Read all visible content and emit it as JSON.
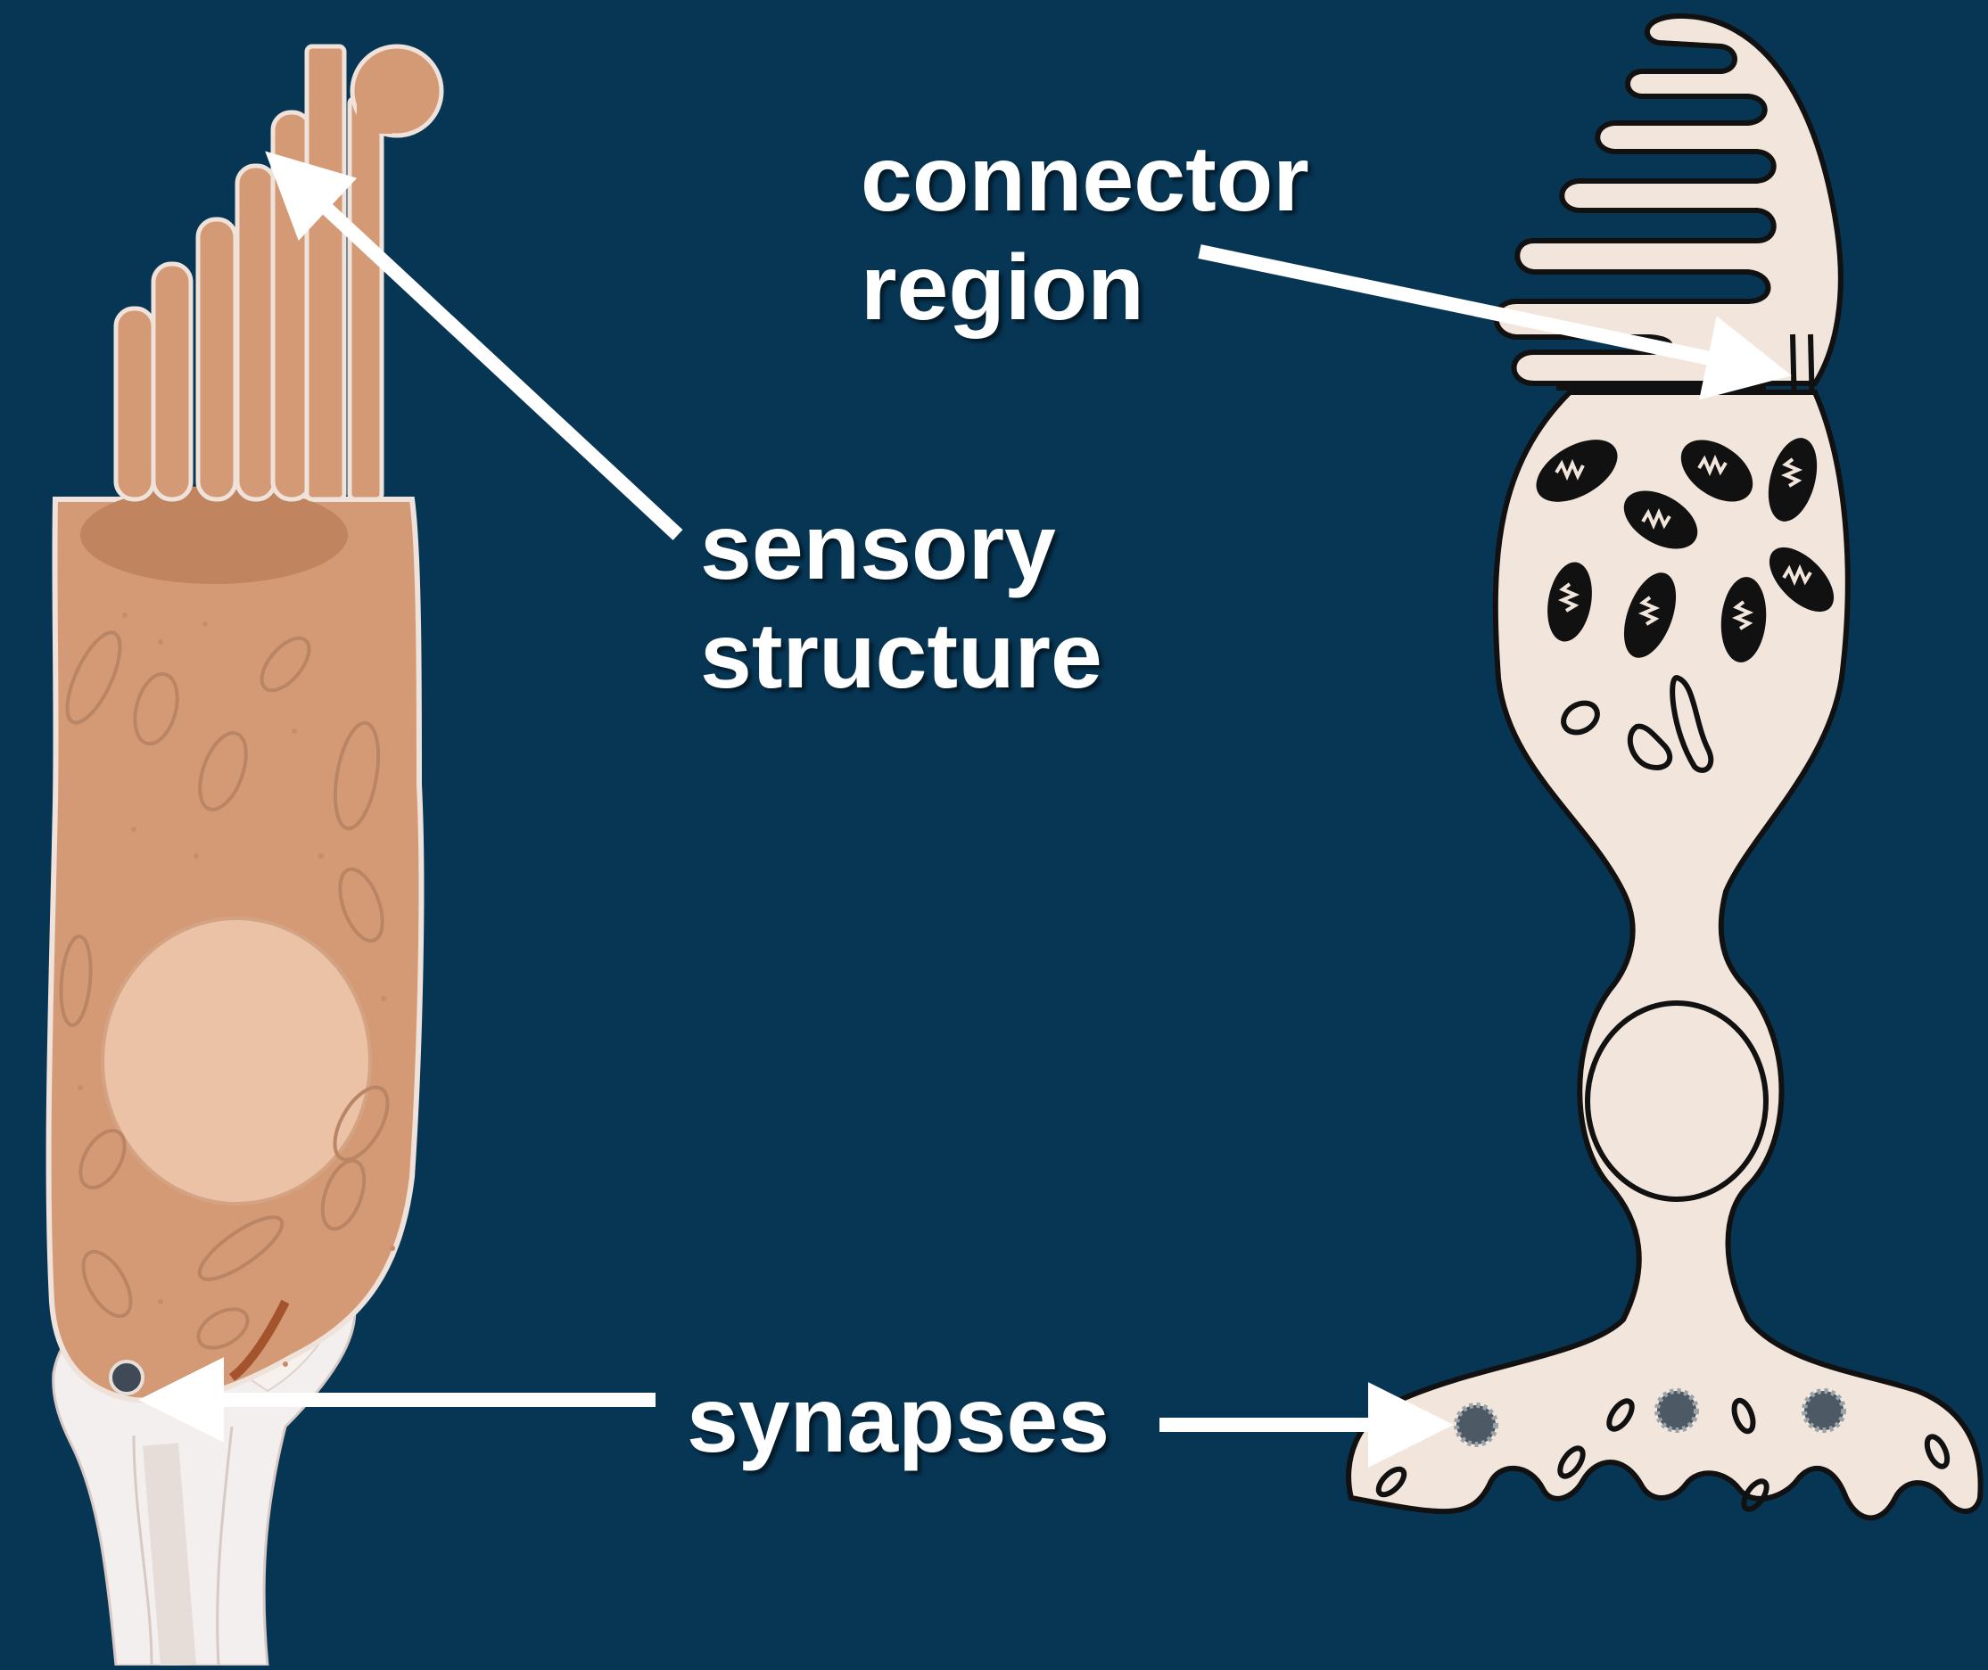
{
  "colors": {
    "background": "#073655",
    "hair_cell_body": "#d49a75",
    "hair_cell_cap": "#c0845f",
    "support_cell": "#f3efee",
    "photoreceptor": "#f2e6dc",
    "outline": "#111111",
    "arrow": "#ffffff",
    "label_text": "#ffffff"
  },
  "labels": {
    "connector": {
      "line1": "connector",
      "line2": "region"
    },
    "sensory": {
      "line1": "sensory",
      "line2": "structure"
    },
    "synapses": "synapses"
  },
  "figures": {
    "left": "hair-cell",
    "right": "photoreceptor-cell"
  }
}
